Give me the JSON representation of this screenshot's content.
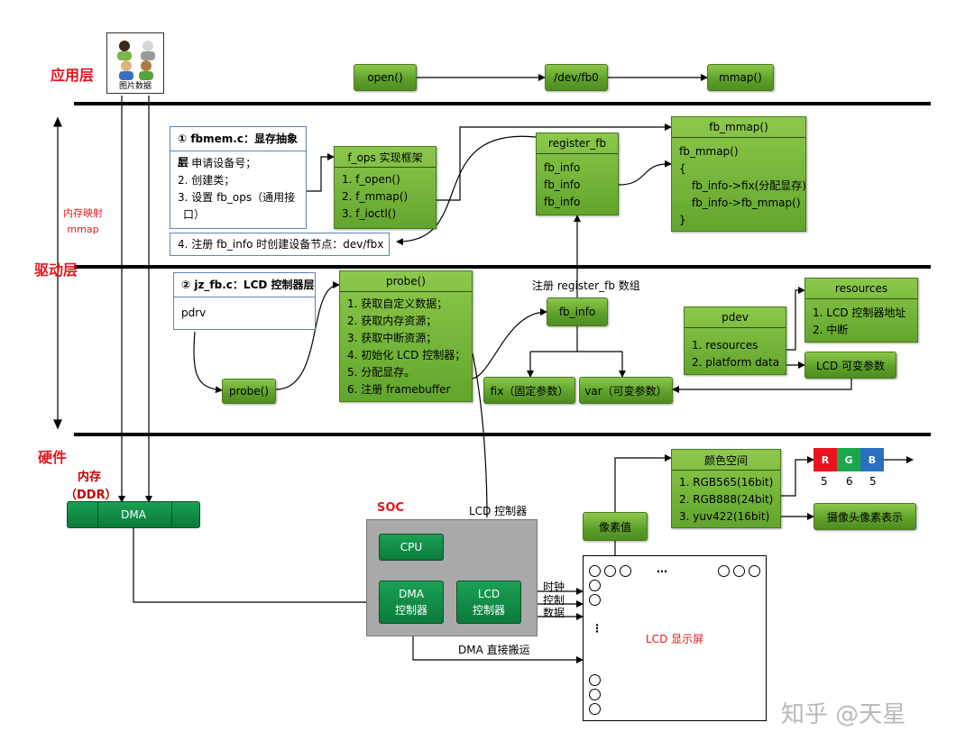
{
  "layers": {
    "app": "应用层",
    "driver": "驱动层",
    "hw": "硬件"
  },
  "image_data_label": "图片数据",
  "top": {
    "open": "open()",
    "dev": "/dev/fb0",
    "mmap": "mmap()"
  },
  "mem_map": {
    "line1": "内存映射",
    "line2": "mmap"
  },
  "fbmem": {
    "title": "① fbmem.c：显存抽象层",
    "items": [
      "1. 申请设备号；",
      "2. 创建类；",
      "3. 设置 fb_ops（通用接",
      "口）"
    ],
    "note": "4. 注册 fb_info 时创建设备节点：dev/fbx"
  },
  "fops": {
    "title": "f_ops 实现框架",
    "items": [
      "1.  f_open()",
      "2.  f_mmap()",
      "3.  f_ioctl()"
    ]
  },
  "regfb": {
    "title": "register_fb",
    "items": [
      "fb_info",
      "fb_info",
      "fb_info"
    ]
  },
  "fbmmap": {
    "title": "fb_mmap()",
    "items": [
      "fb_mmap()",
      "{",
      "fb_info->fix(分配显存)",
      "fb_info->fb_mmap()",
      "}"
    ]
  },
  "jzfb": {
    "title": "② jz_fb.c：LCD  控制器层",
    "pdrv": "pdrv"
  },
  "probe": {
    "title": "probe()",
    "items": [
      "1.  获取自定义数据；",
      "2.  获取内存资源；",
      "3.  获取中断资源；",
      "4.  初始化 LCD 控制器；",
      "5.  分配显存。",
      "6.  注册 framebuffer"
    ],
    "call": "probe()"
  },
  "reg_array": "注册 register_fb  数组",
  "fbinfo": "fb_info",
  "fix": "fix（固定参数）",
  "var": "var（可变参数）",
  "pdev": {
    "title": "pdev",
    "items": [
      "1.  resources",
      "2.  platform  data"
    ]
  },
  "resources": {
    "title": "resources",
    "items": [
      "1.  LCD  控制器地址",
      "2.  中断"
    ]
  },
  "lcd_var": "LCD 可变参数",
  "memory": {
    "title": "内存",
    "sub": "（DDR）",
    "dma": "DMA"
  },
  "soc": {
    "label": "SOC",
    "lcd_ctrl_label": "LCD  控制器",
    "cpu": "CPU",
    "dma_ctrl": [
      "DMA",
      "控制器"
    ],
    "lcd_ctrl": [
      "LCD",
      "控制器"
    ]
  },
  "signals": [
    "时钟",
    "控制",
    "数据"
  ],
  "dma_move": "DMA 直接搬运",
  "color_space": {
    "title": "颜色空间",
    "items": [
      "1.  RGB565(16bit)",
      "2.  RGB888(24bit)",
      "3.  yuv422(16bit)"
    ]
  },
  "rgb": {
    "letters": [
      "R",
      "G",
      "B"
    ],
    "bits": [
      "5",
      "6",
      "5"
    ],
    "colors": [
      "#e8141c",
      "#1aa84a",
      "#2a6fc0"
    ]
  },
  "camera": "摄像头像素表示",
  "pixel_value": "像素值",
  "lcd_screen": "LCD 显示屏",
  "dots": "…",
  "vdots": "⋮",
  "watermark": "知乎 @天星"
}
